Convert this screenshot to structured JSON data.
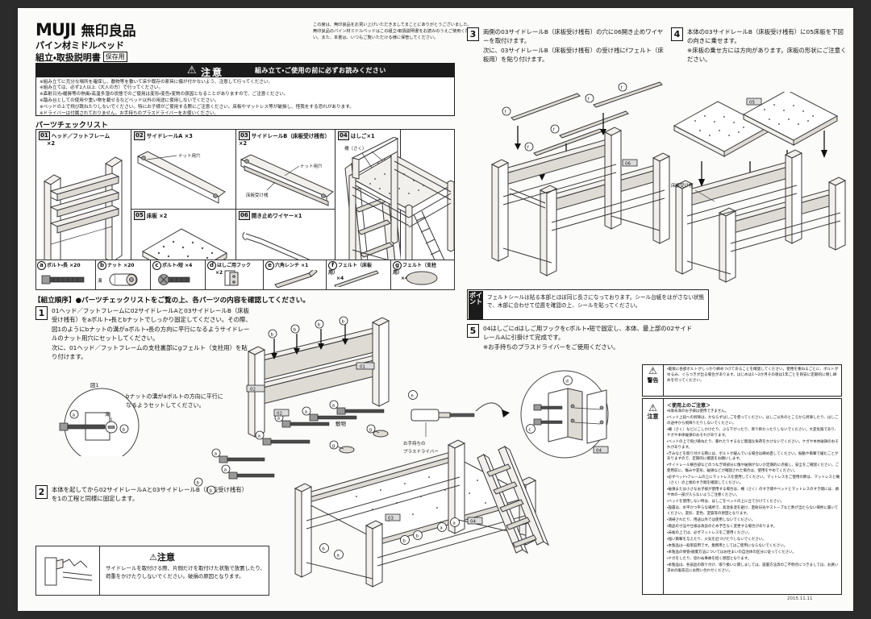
{
  "document": {
    "brand_latin": "MUJI",
    "brand_ja": "無印良品",
    "product": "パイン材ミドルベッド",
    "doc_title": "組立・取扱説明書",
    "keep_badge": "保存用",
    "date_code": "2015.11.11",
    "greeting": "この度は、無印良品をお買い上げいただきましてまことにありがとうございました。無印良品のパイン材ミドルベッドはこの組立・取扱説明書をお読みのうえご使用ください。また、本書は、いつもご覧いただける様に保管してください。"
  },
  "top_caution": {
    "icon": "warning-triangle-icon",
    "title": "注意",
    "subtitle": "組み立て・ご使用の前に必ずお読みください",
    "items": [
      "※組み立てに充分な場所を確保し、敷物等を敷いて床や既存の家具に傷が付かないよう、注意して行ってください。",
      "※組み立ては、必ず2人以上（大人の方）で行ってください。",
      "※直射日光・暖房等の熱風・高温多湿の状態でのご使用は変形・変色・変質の原因となることがありますので、ご注意ください。",
      "※踏み台としての使用や重い物を載せるなどベッド以外の用途に使用しないでください。",
      "※ベッドの上で飛び跳ねたりしないでください。特にお子様がご使用する際にご注意ください。床板やマットレス等が破損し、怪我をする恐れがあります。",
      "※ドライバーは付属されておりません。お手持ちのプラスドライバーをお使いください。"
    ]
  },
  "parts_checklist": {
    "heading": "パーツチェックリスト",
    "items": [
      {
        "id": "01",
        "name": "ヘッド／フットフレーム",
        "qty": "×2",
        "notes": []
      },
      {
        "id": "02",
        "name": "サイドレールA",
        "qty": "×3",
        "notes": [
          "ナット用穴"
        ]
      },
      {
        "id": "03",
        "name": "サイドレールB（床板受け桟有）",
        "qty": "×2",
        "notes": [
          "ナット用穴",
          "床板受け桟"
        ]
      },
      {
        "id": "04",
        "name": "はしご",
        "qty": "×1",
        "notes": []
      },
      {
        "id": "05",
        "name": "床板",
        "qty": "×2",
        "notes": []
      },
      {
        "id": "06",
        "name": "開き止めワイヤー",
        "qty": "×1",
        "notes": []
      }
    ],
    "completed_label": "完成",
    "rail_label": "柵（さく）"
  },
  "hardware": [
    {
      "id": "a",
      "name": "ボルト・長",
      "qty": "×20",
      "icon": "bolt-long-icon"
    },
    {
      "id": "b",
      "name": "ナット",
      "qty": "×20",
      "icon": "nut-icon",
      "note": "溝"
    },
    {
      "id": "c",
      "name": "ボルト・短",
      "qty": "×4",
      "icon": "bolt-short-icon"
    },
    {
      "id": "d",
      "name": "はしご用フック",
      "qty": "×2",
      "icon": "ladder-hook-icon"
    },
    {
      "id": "e",
      "name": "六角レンチ",
      "qty": "×1",
      "icon": "hex-wrench-icon"
    },
    {
      "id": "f",
      "name": "フェルト（床板用）",
      "qty": "×4",
      "icon": "felt-strip-icon"
    },
    {
      "id": "g",
      "name": "フェルト（支柱用）",
      "qty": "×4",
      "icon": "felt-disc-icon"
    }
  ],
  "assembly": {
    "heading": "【組立順序】●パーツチェックリストをご覧の上、各パーツの内容を確認してください。",
    "steps": [
      {
        "no": "1",
        "text": "01ヘッド／フットフレームに02サイドレールAと03サイドレールB（床板受け桟有）をaボルト・長とbナットでしっかり固定してください。その際、図1のようにbナットの溝がaボルト・長の方向に平行になるようサイドレールのナット用穴にセットしてください。\n次に、01ヘッド／フットフレームの支柱裏部にgフェルト（支柱用）を貼り付けます。",
        "fig_label": "図1",
        "fig_note": "bナットの溝がaボルトの方向に平行になるようセットしてください。",
        "groove_label": "溝"
      },
      {
        "no": "2",
        "text": "本体を起してから02サイドレールAと03サイドレールB（床板受け桟有）を1の工程と同様に固定します。"
      },
      {
        "no": "3",
        "text": "両側の03サイドレールB（床板受け桟有）の穴に06開き止めワイヤーを取付けます。\n次に、03サイドレールB（床板受け桟有）の受け桟にfフェルト（床板用）を貼り付けます。"
      },
      {
        "no": "4",
        "text": "本体の03サイドレールB（床板受け桟有）に05床板を下図の向きに乗せます。\n※床板の乗せ方には方向があります。床板の形状にご注意ください。",
        "diagram_note": "床板受け桟"
      },
      {
        "no": "5",
        "text": "04はしごにdはしご用フックをcボルト・短で固定し、本体、最上部の02サイドレールAに引掛けて完成です。\n※お手持ちのプラスドライバーをご使用ください。",
        "tool_note": "お手持ちの\nプラスドライバー",
        "floor_note": "敷物"
      }
    ]
  },
  "point_box": {
    "tab_label": "ポイント",
    "text": "フェルトシールは貼る本部とほぼ同じ長さになっております。シール台紙をはがさない状態で、木部に合わせて位置を確認の上、シールを貼ってください。"
  },
  "warning_box": {
    "icon": "warning-triangle-icon",
    "label": "警告",
    "text": "・最後に各部ボルトがしっかり締めつけてあることを確認してください。使用を重ねるごとに、ボルトがゆるみ、ぐらつきが出る場合があります。はじめは1〜2か月その後は1年ごとを目安に定期的に増し締めを行ってください。"
  },
  "notes_box": {
    "icon": "warning-triangle-icon",
    "label": "注意",
    "heading": "＜使用上のご注意＞",
    "items": [
      "・6歳未満のお子様は使用できません。",
      "・ベッド上段への昇降は、かならずはしごを使ってください。はしご以外のところから昇降したり、はしごの途中から飛降りたりしないでください。",
      "・柵（さく）などにこしかけたり、ぶら下がったり、寄り掛かったりしないでください。大変危険であり、ケガや本体破損のおそれがあります。",
      "・ベッドの上で飛び跳ねたり、暴れたりするなど無理な負荷をかけないでください。ケガや本体破損のおそれがあります。",
      "・ぎみなどを取り付ける際には、ボルトが緩んでいる場合は締め直してください。振動や衝撃で緩むことがありますので、定期的に確認をお願いします。",
      "・サイドレール横合部などのつなぎ目部分に傷や破損がないか定期的に点検し、安全をご確認ください。ご使用前に、傷みや変形、破損などが確認された場合は、使用をやめてください。",
      "・必ずベッド・フレームの上にマットレスを使用してください。マットレスをご使用の際は、マットレスと柵（さく）の上端のすき間を確認してください。",
      "・破損または小さなお子様が使用する場合は、柵（さく）のすき間やベッドとマットレスのすき間には、頭や体の一部が入らないようご注意ください。",
      "・ベッドを使用しない時は、はしごをベッドの上に立てかけてください。",
      "・設置は、水平かつ平らな場所で、高温多湿を避け、直射日光やストーブなど熱が当たらない場所に置いてください。変形、変色、変質等の原因となります。",
      "・清掃されたり、用途以外では使用しないでください。",
      "・商品の寸法や仕様は改良のため予告なく変更する場合があります。",
      "・床板の上では、必ずマットレスをご使用ください。",
      "・強い衝撃を与えたり、火気を近づけたりしないでください。",
      "・本製品は一般家庭用です。業務用としてはご使用にならないでください。",
      "・本製品の保管・廃棄方法についてはお住まいの自治体の区分に従ってください。",
      "・ケガをしたり、思わぬ事故を招く原因となります。",
      "・本製品は、各部品の取り付け、取り扱いに関しましては、設置方法等のご不明点につきましては、お買い求めの販売店にお問い合わせください。"
    ]
  },
  "bottom_caution": {
    "icon": "warning-triangle-icon",
    "title": "注意",
    "text": "サイドレールを取付ける際、片側だけを取付けた状態で放置したり、荷重をかけたりしないでください。破損の原因となります。"
  }
}
